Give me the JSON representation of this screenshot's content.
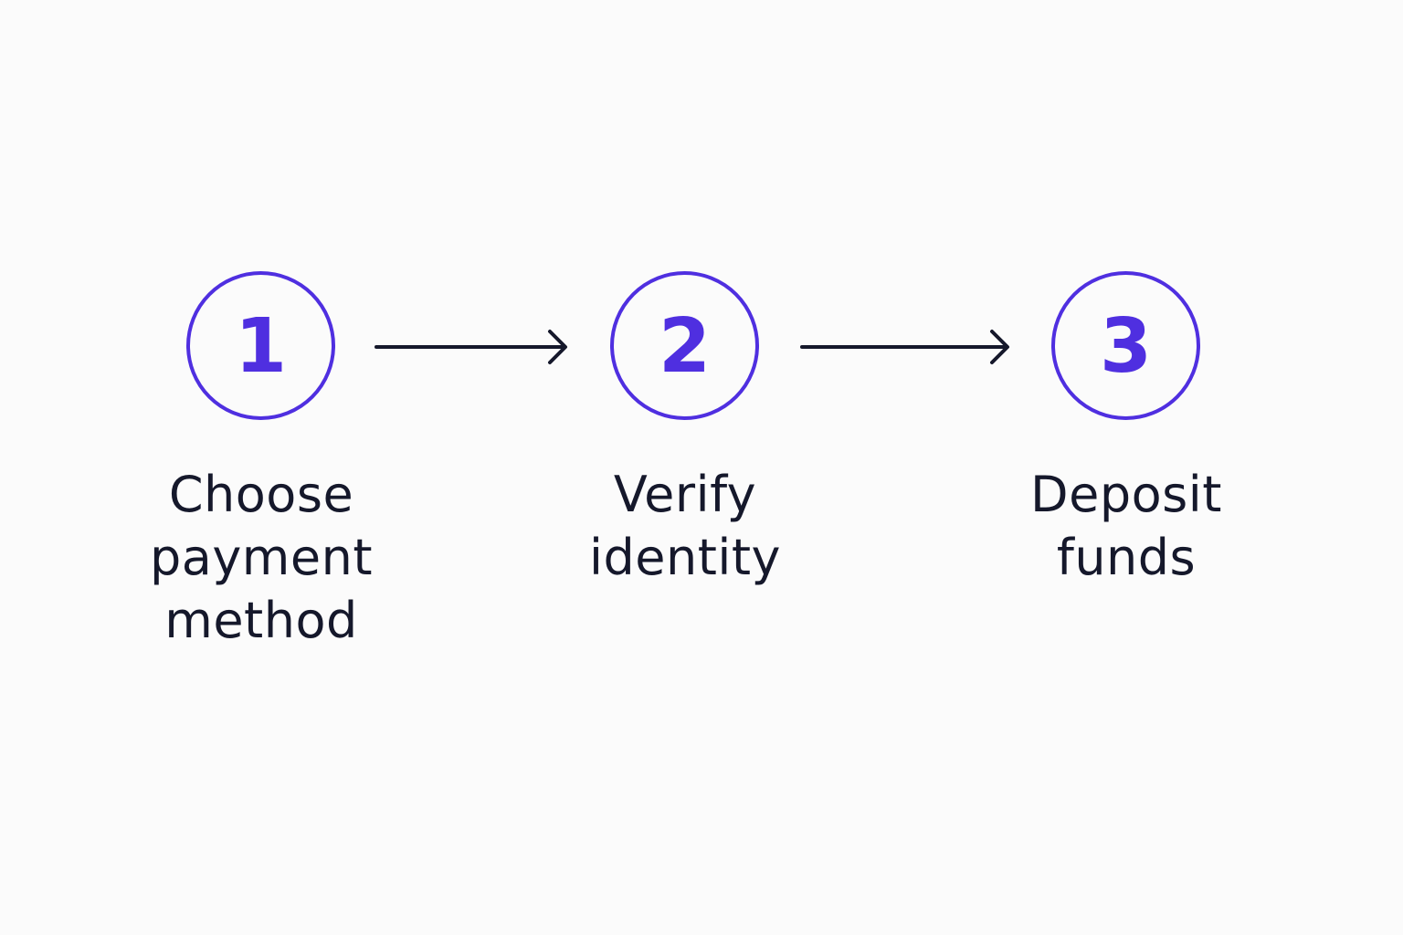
{
  "colors": {
    "accent": "#4f2fe0",
    "text": "#15182b",
    "arrow": "#15182b",
    "background": "#fbfbfb"
  },
  "steps": [
    {
      "number": "1",
      "label_lines": [
        "Choose",
        "payment",
        "method"
      ]
    },
    {
      "number": "2",
      "label_lines": [
        "Verify",
        "identity"
      ]
    },
    {
      "number": "3",
      "label_lines": [
        "Deposit",
        "funds"
      ]
    }
  ],
  "connectors": [
    {
      "icon": "arrow-right-icon"
    },
    {
      "icon": "arrow-right-icon"
    }
  ]
}
